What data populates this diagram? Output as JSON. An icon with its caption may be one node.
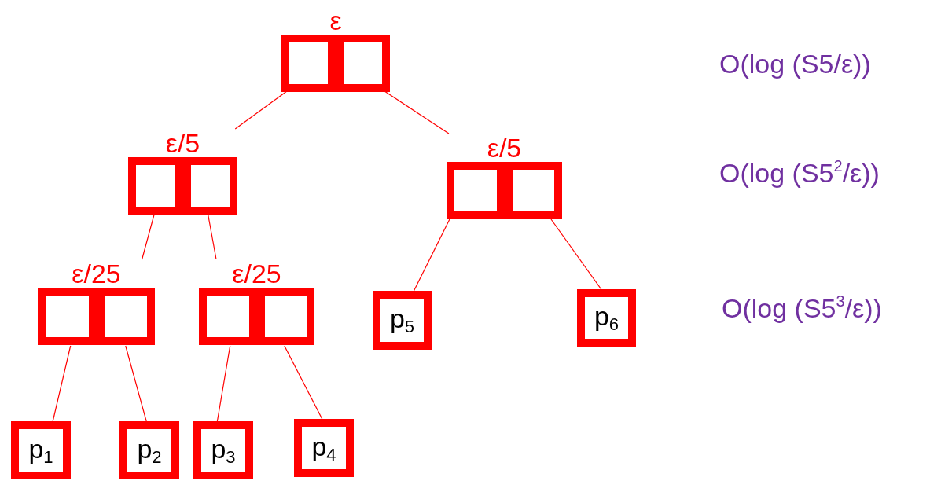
{
  "diagram": {
    "nodes": [
      {
        "text": [
          "ε"
        ]
      },
      {
        "text": [
          "ε/5"
        ]
      },
      {
        "text": [
          "ε/5"
        ]
      },
      {
        "text": [
          "ε/25"
        ]
      },
      {
        "text": [
          "ε/25"
        ]
      },
      {
        "text": [
          "p$_{5}$"
        ]
      },
      {
        "text": [
          "p$_{6}$"
        ]
      },
      {
        "text": [
          "p$_{1}$"
        ]
      },
      {
        "text": [
          "p$_{2}$"
        ]
      },
      {
        "text": [
          "p$_{3}$"
        ]
      },
      {
        "text": [
          "p$_{4}$"
        ]
      }
    ],
    "edges": [
      {
        "from": 0,
        "to": 1,
        "arrow": "none"
      },
      {
        "from": 0,
        "to": 2,
        "arrow": "none"
      },
      {
        "from": 1,
        "to": 3,
        "arrow": "none"
      },
      {
        "from": 1,
        "to": 4,
        "arrow": "none"
      },
      {
        "from": 2,
        "to": 5,
        "arrow": "none"
      },
      {
        "from": 2,
        "to": 6,
        "arrow": "none"
      },
      {
        "from": 3,
        "to": 7,
        "arrow": "none"
      },
      {
        "from": 3,
        "to": 8,
        "arrow": "none"
      },
      {
        "from": 4,
        "to": 9,
        "arrow": "none"
      },
      {
        "from": 4,
        "to": 10,
        "arrow": "none"
      }
    ],
    "labels": [
      "O(log (S5/ε))",
      "O(log (S5$^{2}$/ε))",
      "O(log (S5$^{3}$/ε))"
    ]
  }
}
